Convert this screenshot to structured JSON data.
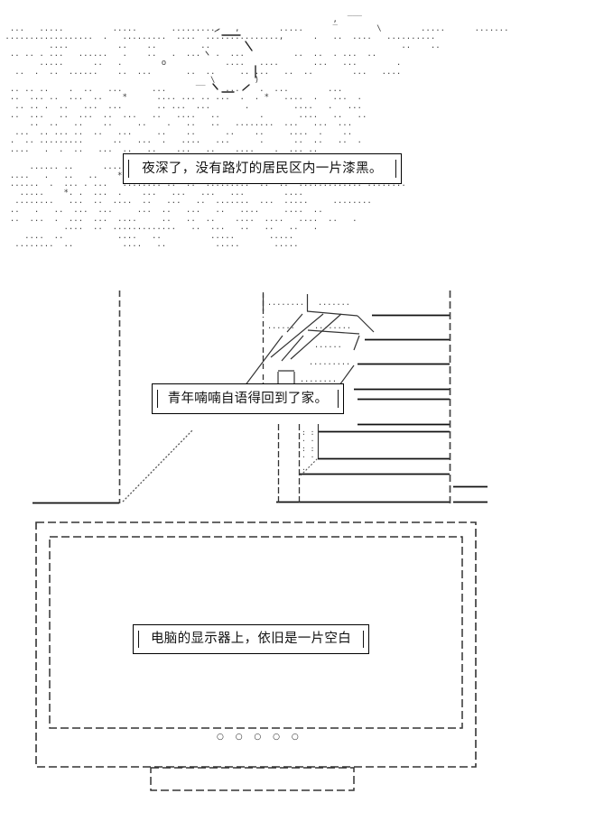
{
  "scene": {
    "title": "ASCII art visual novel scene",
    "panels": [
      {
        "name": "night-sky",
        "description": "night sky with moon and stars"
      },
      {
        "name": "apartment-building",
        "description": "residential building at night"
      },
      {
        "name": "computer-monitor",
        "description": "blank computer monitor"
      }
    ]
  },
  "dialogue": {
    "line1": "夜深了，没有路灯的居民区内一片漆黑。",
    "line2": "青年喃喃自语得回到了家。",
    "line3": "电脑的显示器上，依旧是一片空白"
  },
  "monitor": {
    "indicator_dots": "○ ○ ○ ○ ○",
    "dot_count": 5
  },
  "colors": {
    "background": "#ffffff",
    "ink": "#111111",
    "ascii": "#3d3d3d",
    "line": "#222222"
  },
  "ascii_sky": {
    "rows": [
      "                                                                    ,  ‾‾‾                                                         ",
      "  ...   .....          .....       ..........   ,        .....      ‾        \\        .....      .......",
      " ..................  .   .........  ....  ...............,      .   ..  ....   ..........",
      "          ....          ..    ..         ..                                       ..    ..",
      "  .. .. . ...   ......   .    ..   .  ...   .  ...          ..  ..  . ...  .. ",
      "        .....      ..   .        o            ....   ....       ...   ...        .",
      "   ..  .  ..  ......    ..  ...       ..  ..     .. ...   ..  ..        ...   ....",
      "                                           \\        )             ",
      "  .. .. ..    .  ..   ...      ...      ‾‾    ...    .  ...        ...",
      "  ..  ... ..  ...  ..    *      .... ... .. ...  .  . *   ....  .   ...  .",
      "   .. .. .  ..   ...  ...       .. ...  ...       .         ....   .   ...",
      "  ..  ...   ..  ...  ..  ...   ..   ....   ..        .       ....   ..   ..",
      "      ..  ..   ..    ..     ..    .   ..   ..   ........  ...   ...  ...",
      "   ...  .. ... ..  ..   ...     ..    ..      ..    ..     ....  .    ..",
      "  .  .. .........      ..   ...  .   ....   ...      .      ..  ..   ..  .",
      "  ....   .  .  ..   ...  ..   ..    ...   ..    ....    .  ... ..",
      "                                                                      ",
      "      ...... ..      ....  ..  .  ..   .  ...    ..  ..  ..   .... ..",
      "  ....   .   ..   ..    *  .. . .  *  ..  .   ...    .  .  ........ .  .  ...",
      "  ......  .  ... . ...   ........ ..  ..  .........  ..  ..  ............. ........",
      "    .....    *. .  ...  .    ...   ...   ...   ...        ....",
      "   ........   ...  ..  ....  ..   ...   ..  .......  ...  .....     ........",
      "  ..   .   ..  ...  ...     ...  ..   ...   ..   ....     ....  ..",
      "  ..  ...  .  ...  ...  ....     ..   ..  ..    ....  ....   ....  ..   .",
      "             ....  ..  .............   ..  ...   ..   ..   ..   .",
      "     ....  ..           ....   ..          .....       .....",
      "   ........  ..          ....   ..          .....       ....."
    ]
  }
}
